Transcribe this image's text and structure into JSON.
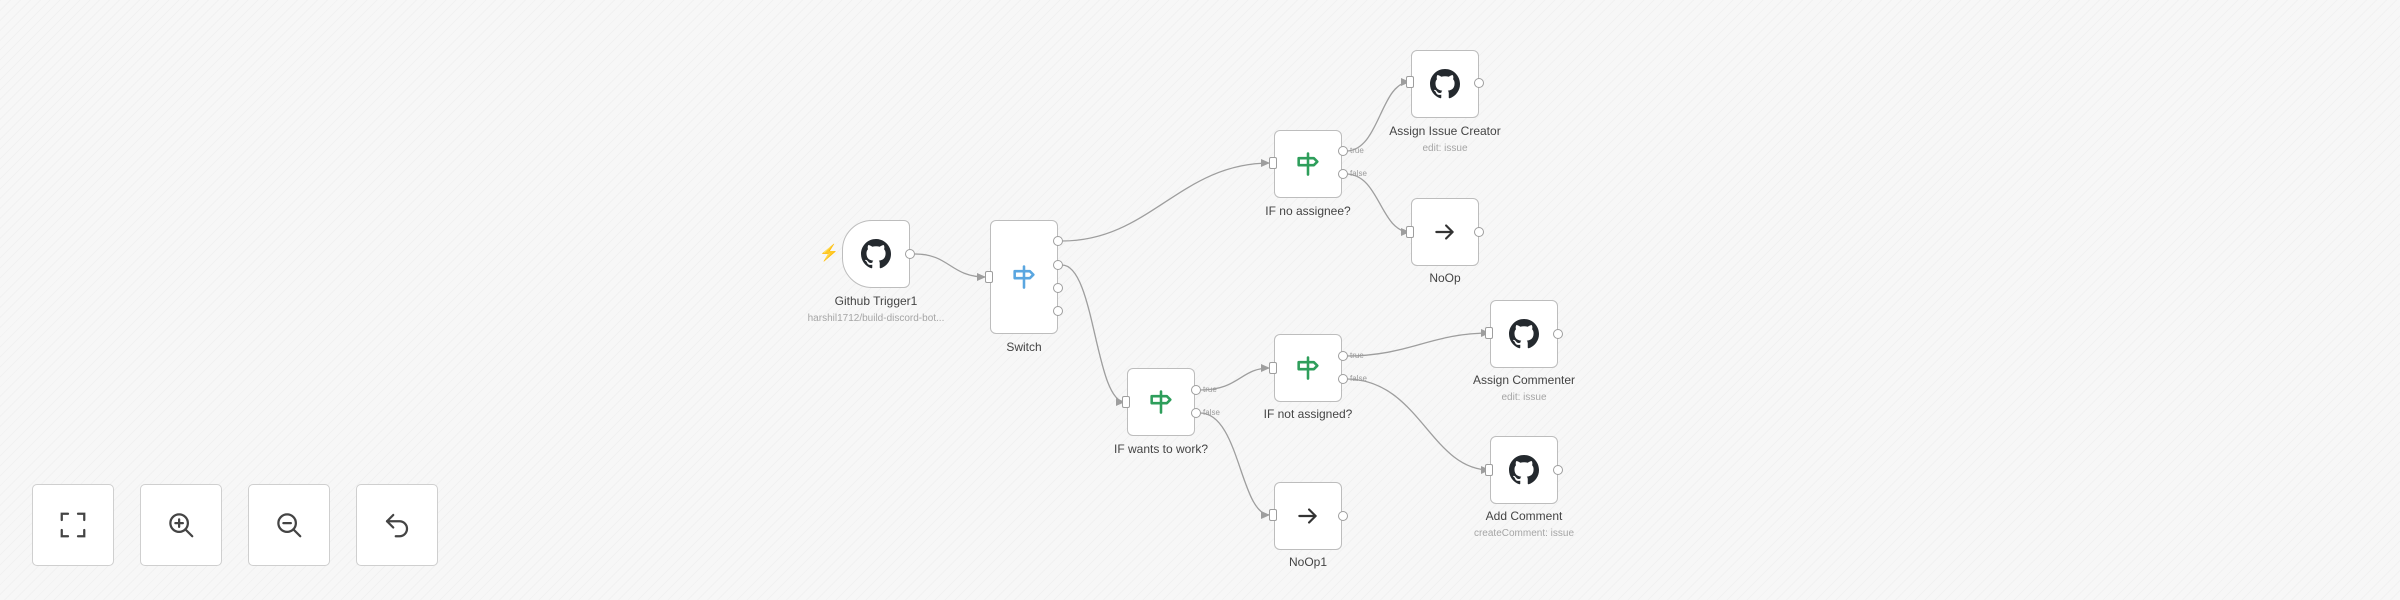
{
  "nodes": {
    "github_trigger": {
      "title": "Github Trigger1",
      "subtitle": "harshil1712/build-discord-bot..."
    },
    "switch": {
      "title": "Switch"
    },
    "if_wants_to_work": {
      "title": "IF wants to work?",
      "true_label": "true",
      "false_label": "false"
    },
    "if_no_assignee": {
      "title": "IF no assignee?",
      "true_label": "true",
      "false_label": "false"
    },
    "if_not_assigned": {
      "title": "IF not assigned?",
      "true_label": "true",
      "false_label": "false"
    },
    "assign_issue_creator": {
      "title": "Assign Issue Creator",
      "subtitle": "edit: issue"
    },
    "noop": {
      "title": "NoOp"
    },
    "assign_commenter": {
      "title": "Assign Commenter",
      "subtitle": "edit: issue"
    },
    "add_comment": {
      "title": "Add Comment",
      "subtitle": "createComment: issue"
    },
    "noop1": {
      "title": "NoOp1"
    }
  },
  "icons": {
    "github": "github-icon",
    "switch": "signpost-icon",
    "if": "signpost-icon",
    "noop": "arrow-right-icon",
    "trigger_marker": "lightning-bolt-icon"
  },
  "colors": {
    "switch_icon": "#5aa6e0",
    "if_icon": "#2e9e5b",
    "trigger_bolt": "#ff6d5a",
    "edge": "#9e9e9e",
    "node_border": "#bdbdbd"
  },
  "controls": [
    {
      "name": "zoom-to-fit",
      "icon": "fullscreen-icon"
    },
    {
      "name": "zoom-in",
      "icon": "zoom-in-icon"
    },
    {
      "name": "zoom-out",
      "icon": "zoom-out-icon"
    },
    {
      "name": "reset-zoom",
      "icon": "undo-icon"
    }
  ]
}
